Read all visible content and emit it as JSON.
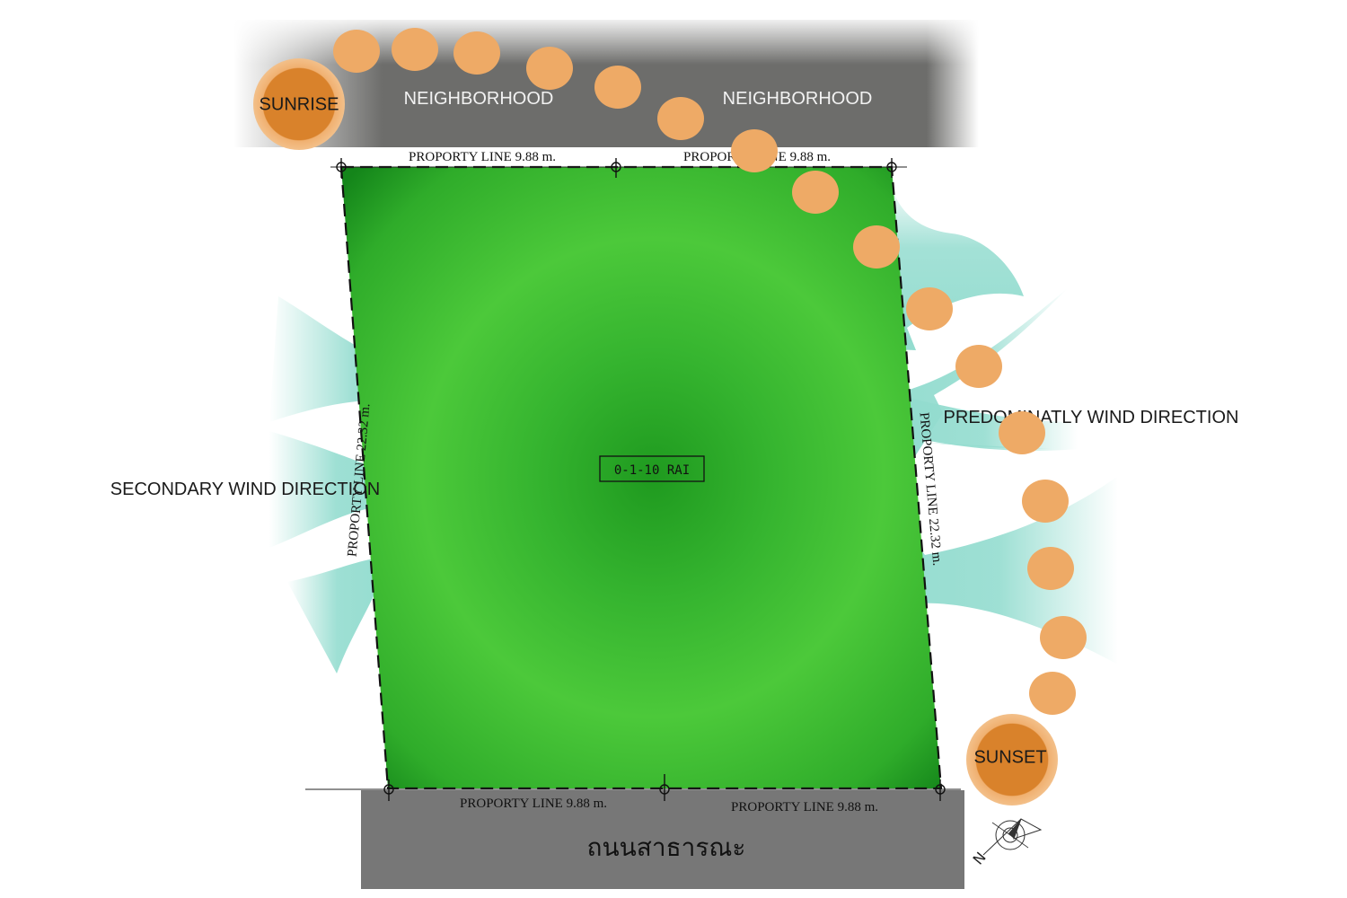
{
  "neighborhood": {
    "left": "NEIGHBORHOOD",
    "right": "NEIGHBORHOOD"
  },
  "sun": {
    "sunrise": "SUNRISE",
    "sunset": "SUNSET"
  },
  "property_lines": {
    "top_left": "PROPORTY LINE 9.88 m.",
    "top_right": "PROPORTY LINE 9.88 m.",
    "bottom_left": "PROPORTY LINE 9.88 m.",
    "bottom_right": "PROPORTY LINE 9.88 m.",
    "left": "PROPORTY LINE 22.32 m.",
    "right": "PROPORTY LINE 22.32 m."
  },
  "site_area": "0-1-10 RAI",
  "wind": {
    "secondary": "SECONDARY WIND DIRECTION",
    "predominant": "PREDOMINATLY WIND DIRECTION"
  },
  "road": "ถนนสาธารณะ",
  "north_label": "N",
  "colors": {
    "site_green": "#3fbf34",
    "site_green_dark": "#1f9a1f",
    "wind_arrow": "#93dccf",
    "sun_path": "#eeaa66",
    "sun_core": "#d9822b",
    "neighborhood_gray": "#6d6d6b",
    "road_gray": "#777777"
  }
}
